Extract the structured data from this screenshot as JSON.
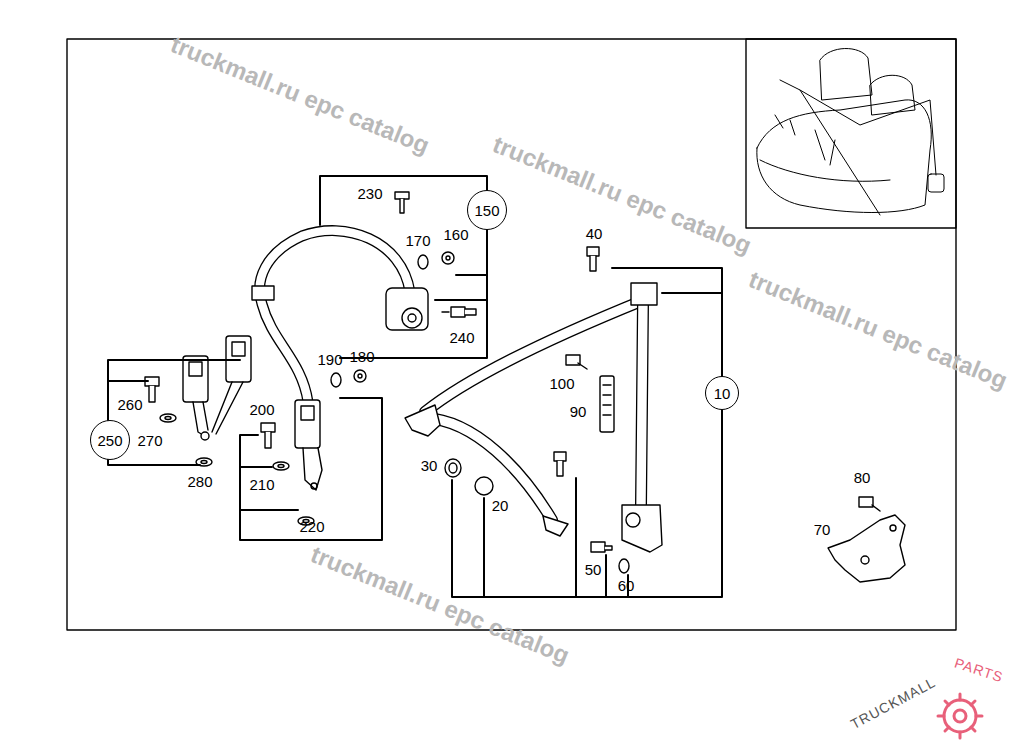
{
  "diagram": {
    "nodes": [
      {
        "text": [
          "150"
        ]
      },
      {
        "text": [
          "250"
        ]
      },
      {
        "text": [
          "10"
        ]
      }
    ],
    "labels": [
      "230",
      "170",
      "160",
      "240",
      "190",
      "180",
      "260",
      "270",
      "280",
      "200",
      "210",
      "220",
      "40",
      "100",
      "90",
      "30",
      "20",
      "50",
      "60",
      "80",
      "70",
      "truckmall.ru epc catalog",
      "truckmall.ru epc catalog",
      "truckmall.ru epc catalog",
      "truckmall.ru epc catalog",
      "TRUCKMALL",
      "PARTS"
    ]
  }
}
